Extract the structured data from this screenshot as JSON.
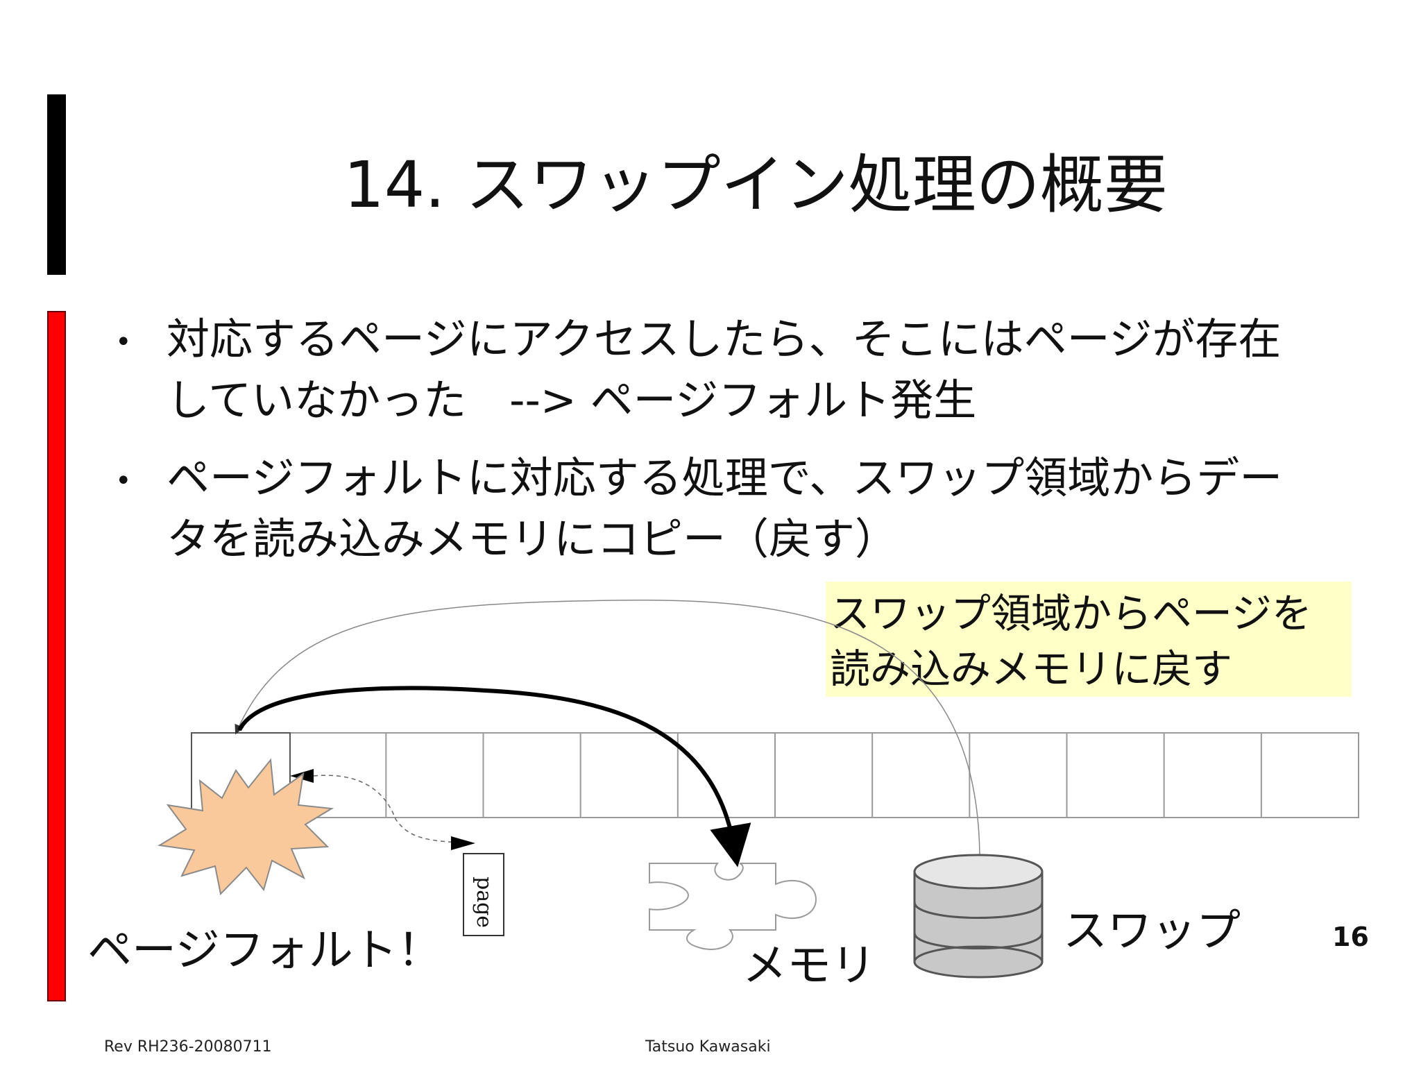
{
  "slide": {
    "title": "14. スワップイン処理の概要",
    "bullets": [
      {
        "lines": [
          "対応するページにアクセスしたら、そこにはページが存在",
          "していなかった　--> ページフォルト発生"
        ]
      },
      {
        "lines": [
          "ページフォルトに対応する処理で、スワップ領域からデー",
          "タを読み込みメモリにコピー（戻す）"
        ]
      }
    ],
    "callout": {
      "lines": [
        "スワップ領域からページを",
        "読み込みメモリに戻す"
      ],
      "background": "#ffffc8"
    },
    "diagram": {
      "page_fault_label": "ページフォルト！",
      "page_card_label": "page",
      "memory_label": "メモリ",
      "swap_label": "スワップ",
      "slots": 12,
      "icons": [
        "explosion-icon",
        "puzzle-piece-icon",
        "database-icon",
        "page-card-icon"
      ],
      "starburst_color": "#f9c89b"
    },
    "slide_number": "16",
    "footer": {
      "revision": "Rev RH236-20080711",
      "author": "Tatsuo Kawasaki"
    },
    "colors": {
      "accent_black": "#000000",
      "accent_red": "#ff0000"
    }
  }
}
